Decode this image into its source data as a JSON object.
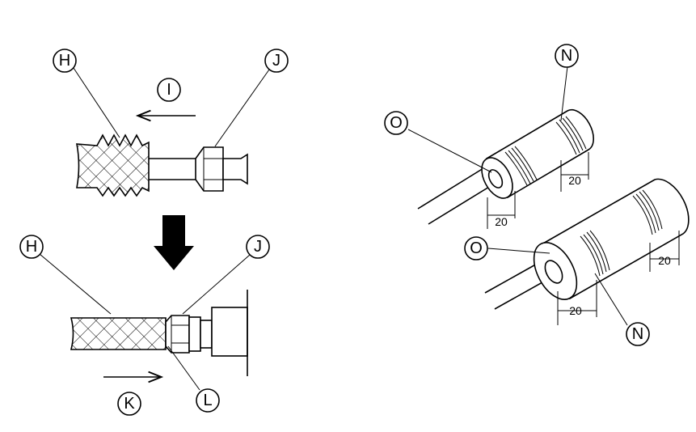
{
  "labels": {
    "H1": "H",
    "I": "I",
    "J1": "J",
    "H2": "H",
    "J2": "J",
    "K": "K",
    "L": "L",
    "N1": "N",
    "O1": "O",
    "O2": "O",
    "N2": "N"
  },
  "dimensions": {
    "d1": "20",
    "d2": "20",
    "d3": "20",
    "d4": "20"
  }
}
